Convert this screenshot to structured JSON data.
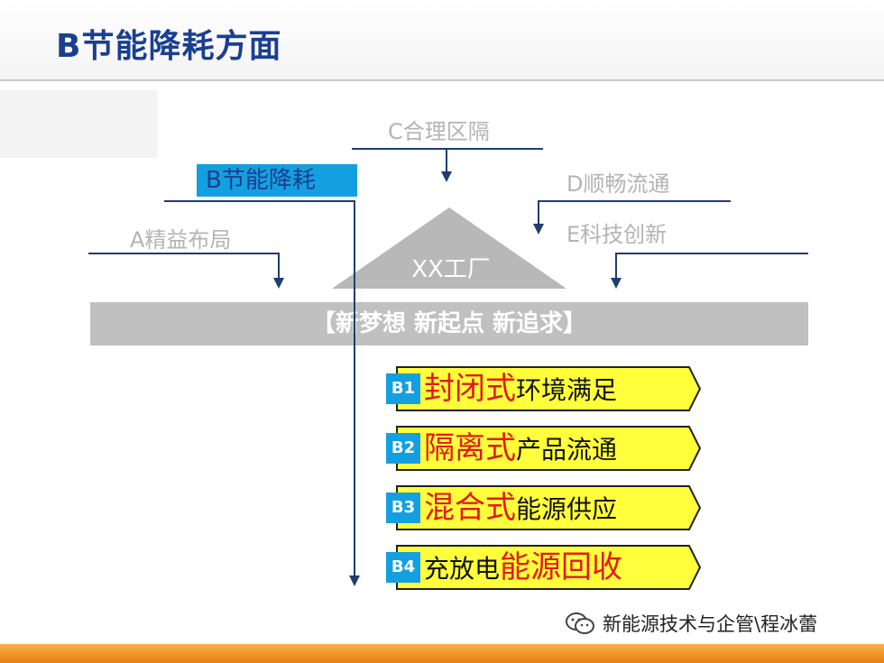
{
  "header": {
    "title": "B节能降耗方面"
  },
  "inputs": {
    "C": "C合理区隔",
    "D": "D顺畅流通",
    "E": "E科技创新",
    "A": "A精益布局"
  },
  "focus": {
    "label": "B节能降耗"
  },
  "factory": {
    "label": "XX工厂"
  },
  "banner": {
    "text": "【新梦想 新起点 新追求】"
  },
  "items": [
    {
      "badge": "B1",
      "highlight": "封闭式",
      "rest": "环境满足",
      "highlight_first": true
    },
    {
      "badge": "B2",
      "highlight": "隔离式",
      "rest": "产品流通",
      "highlight_first": true
    },
    {
      "badge": "B3",
      "highlight": "混合式",
      "rest": "能源供应",
      "highlight_first": true
    },
    {
      "badge": "B4",
      "prefix": "充放电",
      "highlight": "能源回收",
      "highlight_first": false
    }
  ],
  "watermark": {
    "text": "新能源技术与企管\\程冰蕾"
  },
  "colors": {
    "accent": "#14a0e0",
    "title": "#1b3f8f",
    "highlight": "#e21a1a",
    "item_fill": "#ffff3c",
    "footer": "#f39c2b"
  }
}
